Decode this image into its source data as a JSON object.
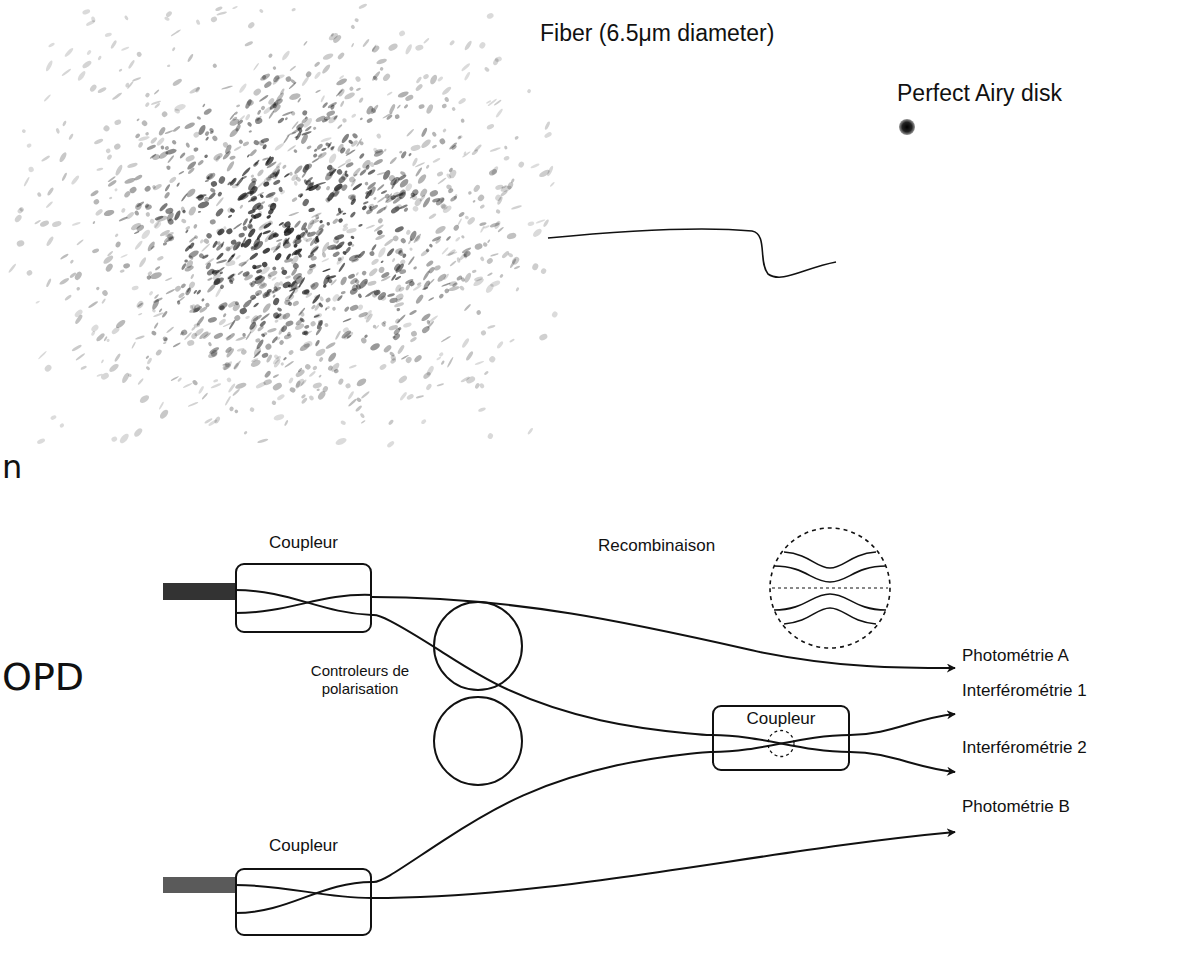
{
  "diagram": {
    "nodes": [
      {
        "text": [
          "Coupleur"
        ]
      },
      {
        "text": [
          "Recombinaison"
        ]
      },
      {
        "text": [
          "Coupleur"
        ]
      },
      {
        "text": [
          "Coupleur"
        ]
      }
    ],
    "edges": [
      {
        "from": 0,
        "to": 2,
        "arrow": "none"
      },
      {
        "from": 3,
        "to": 2,
        "arrow": "none"
      }
    ],
    "labels": [
      "Fiber (6.5μm diameter)",
      "Perfect Airy disk",
      "n",
      "OPD",
      "Controleurs de polarisation",
      "Photométrie A",
      "Interférométrie 1",
      "Interférométrie 2",
      "Photométrie B"
    ]
  }
}
